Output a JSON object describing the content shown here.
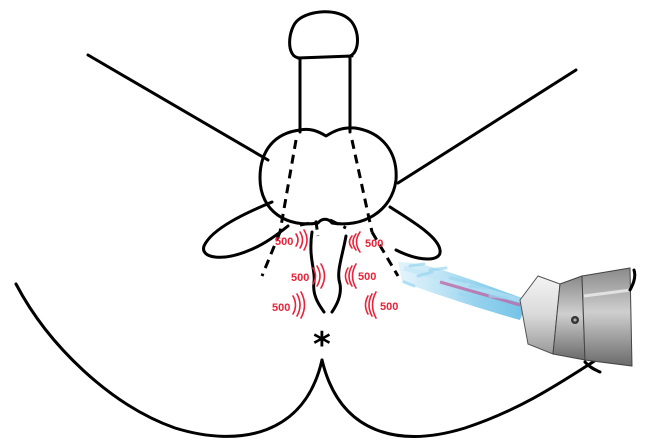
{
  "marker_color": "#e8233a",
  "device_beam_color": "#7cc8ea",
  "markers": [
    {
      "label": "500"
    },
    {
      "label": "500"
    },
    {
      "label": "500"
    },
    {
      "label": "500"
    },
    {
      "label": "500"
    },
    {
      "label": "500"
    }
  ],
  "center_symbol": "*"
}
